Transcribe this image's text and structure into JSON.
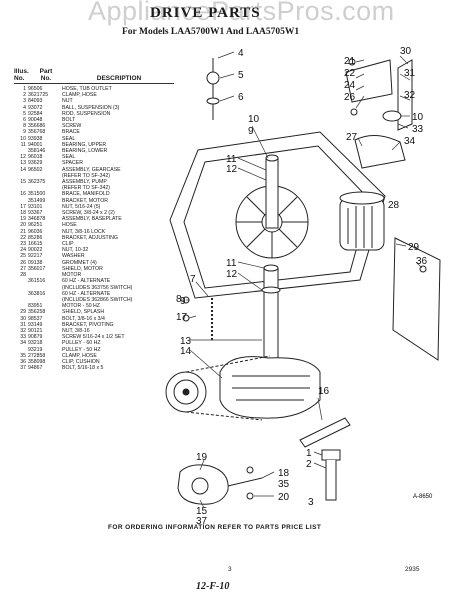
{
  "watermark": "AppliancePartsPros.com",
  "title": "DRIVE PARTS",
  "subtitle": "For Models LAA5700W1 And LAA5705W1",
  "parts_list": {
    "header": {
      "illus": "Illus.",
      "no": "No.",
      "part": "Part",
      "part_no": "No.",
      "description": "DESCRIPTION"
    },
    "rows": [
      [
        "1",
        "96506",
        "HOSE, TUB OUTLET"
      ],
      [
        "2",
        "3621725",
        "CLAMP, HOSE"
      ],
      [
        "3",
        "84093",
        "NUT"
      ],
      [
        "4",
        "93072",
        "BALL, SUSPENSION (3)"
      ],
      [
        "5",
        "92584",
        "ROD, SUSPENSION"
      ],
      [
        "6",
        "90048",
        "BOLT"
      ],
      [
        "8",
        "356686",
        "SCREW"
      ],
      [
        "9",
        "356768",
        "BRACE"
      ],
      [
        "10",
        "93938",
        "SEAL"
      ],
      [
        "11",
        "94001",
        "BEARING, UPPER"
      ],
      [
        "",
        "358146",
        "BEARING, LOWER"
      ],
      [
        "12",
        "96018",
        "SEAL"
      ],
      [
        "13",
        "93629",
        "SPACER"
      ],
      [
        "14",
        "96502",
        "ASSEMBLY, GEARCASE"
      ],
      [
        "",
        "",
        "(REFER TO SF-342)"
      ],
      [
        "15",
        "362375",
        "ASSEMBLY, PUMP"
      ],
      [
        "",
        "",
        "(REFER TO SF-342)"
      ],
      [
        "16",
        "351500",
        "BRACE, MANIFOLD"
      ],
      [
        "",
        "351499",
        "BRACKET, MOTOR"
      ],
      [
        "17",
        "93101",
        "NUT, 5/16-24 (5)"
      ],
      [
        "18",
        "93367",
        "SCREW, 3/8-24 x 2 (2)"
      ],
      [
        "19",
        "346878",
        "ASSEMBLY, BASEPLATE"
      ],
      [
        "20",
        "96251",
        "HOSE"
      ],
      [
        "21",
        "96036",
        "NUT, 3/8-16 LOCK"
      ],
      [
        "22",
        "85286",
        "BRACKET, ADJUSTING"
      ],
      [
        "23",
        "16615",
        "CLIP"
      ],
      [
        "24",
        "90022",
        "NUT, 10-32"
      ],
      [
        "25",
        "92217",
        "WASHER"
      ],
      [
        "26",
        "09138",
        "GROMMET (4)"
      ],
      [
        "27",
        "356017",
        "SHIELD, MOTOR"
      ],
      [
        "28",
        "",
        "MOTOR"
      ],
      [
        "",
        "361516",
        "60 HZ - ALTERNATE"
      ],
      [
        "",
        "",
        "(INCLUDES 363756 SWITCH)"
      ],
      [
        "",
        "363816",
        "60 HZ - ALTERNATE"
      ],
      [
        "",
        "",
        "(INCLUDES 362866 SWITCH)"
      ],
      [
        "",
        "83951",
        "MOTOR - 50 HZ"
      ],
      [
        "29",
        "356258",
        "SHIELD, SPLASH"
      ],
      [
        "30",
        "98537",
        "BOLT, 3/8-16 x 3/4"
      ],
      [
        "31",
        "93149",
        "BRACKET, PIVOTING"
      ],
      [
        "32",
        "90121",
        "NUT, 3/8-16"
      ],
      [
        "33",
        "90879",
        "SCREW 5/16-24 x 1/2 SET"
      ],
      [
        "34",
        "93218",
        "PULLEY - 60 HZ"
      ],
      [
        "",
        "93219",
        "PULLEY - 50 HZ"
      ],
      [
        "35",
        "272858",
        "CLAMP, HOSE"
      ],
      [
        "36",
        "358098",
        "CLIP, CUSHION"
      ],
      [
        "37",
        "94867",
        "BOLT, 5/16-18 x 5"
      ]
    ]
  },
  "callouts": [
    "4",
    "5",
    "6",
    "10",
    "9",
    "11",
    "12",
    "11",
    "12",
    "7",
    "8",
    "9",
    "17",
    "13",
    "14",
    "16",
    "1",
    "2",
    "18",
    "35",
    "20",
    "19",
    "15",
    "37",
    "21",
    "22",
    "24",
    "26",
    "30",
    "31",
    "32",
    "10",
    "33",
    "27",
    "34",
    "28",
    "29",
    "36",
    "3"
  ],
  "figure_code": "A-8650",
  "footer": "FOR ORDERING INFORMATION REFER TO PARTS PRICE LIST",
  "page_number": "3",
  "doc_code": "2935",
  "handwritten": "12-F-10"
}
